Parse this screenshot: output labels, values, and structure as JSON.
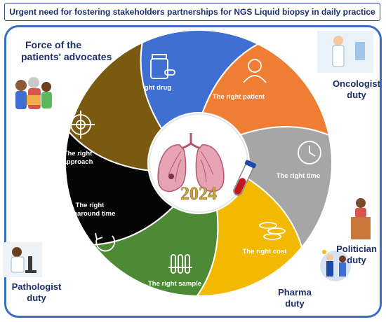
{
  "title": "Urgent need for fostering stakeholders partnerships for NGS Liquid biopsy in daily practice",
  "center": {
    "year": "2024"
  },
  "segments": [
    {
      "label": "The right drug",
      "color": "#3f6fd1",
      "icon": "pill-bottle-icon"
    },
    {
      "label": "The right patient",
      "color": "#ef7d33",
      "icon": "person-icon"
    },
    {
      "label": "The right time",
      "color": "#a6a6a6",
      "icon": "clock-icon"
    },
    {
      "label": "The right cost",
      "color": "#f3b800",
      "icon": "coins-icon"
    },
    {
      "label": "The right sample",
      "color": "#4e8a36",
      "icon": "test-tubes-icon"
    },
    {
      "label": "The right turnaround time",
      "color": "#050505",
      "icon": "refresh-arrow-icon"
    },
    {
      "label": "The right approach",
      "color": "#7a5a10",
      "icon": "target-icon"
    }
  ],
  "roles": {
    "advocates_line1": "Force of the",
    "advocates_line2": "patients' advocates",
    "oncologist_line1": "Oncologist",
    "oncologist_line2": "duty",
    "politician_line1": "Politician",
    "politician_line2": "duty",
    "pharma_line1": "Pharma",
    "pharma_line2": "duty",
    "pathologist_line1": "Pathologist",
    "pathologist_line2": "duty"
  },
  "colors": {
    "accent": "#3a6fc8",
    "title_text": "#1c2f6b",
    "lung": "#e6a3b3",
    "tube": "#c4161c"
  }
}
